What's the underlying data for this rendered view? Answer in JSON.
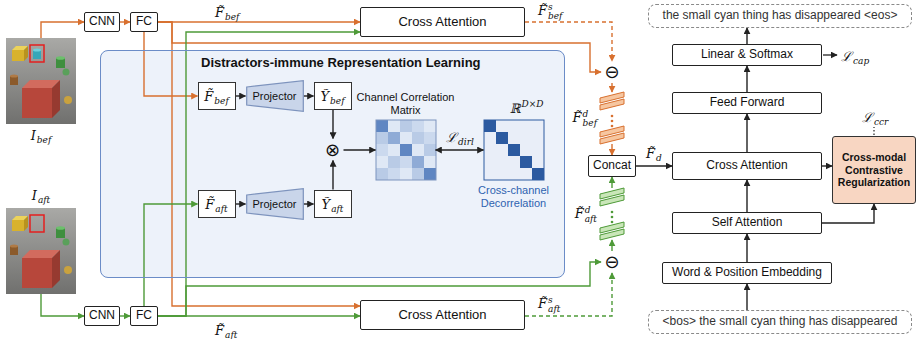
{
  "diagram": {
    "nodes": [
      {
        "text": [
          "I",
          "bef"
        ]
      },
      {
        "text": [
          "CNN"
        ]
      },
      {
        "text": [
          "FC"
        ]
      },
      {
        "text": [
          "Cross Attention"
        ]
      },
      {
        "text": [
          "Distractors-immune Representation Learning"
        ]
      },
      {
        "text": [
          "F̃",
          "bef"
        ],
        "in": 4
      },
      {
        "text": [
          "Projector"
        ],
        "in": 4
      },
      {
        "text": [
          "Ỹ",
          "bef"
        ],
        "in": 4
      },
      {
        "text": [
          "⊗"
        ],
        "in": 4
      },
      {
        "text": [
          "Channel Correlation Matrix"
        ],
        "in": 4
      },
      {
        "text": [
          "ℝ",
          "D×D",
          "Cross-channel Decorrelation"
        ],
        "in": 4
      },
      {
        "text": [
          "F̃",
          "aft"
        ],
        "in": 4
      },
      {
        "text": [
          "Projector"
        ],
        "in": 4
      },
      {
        "text": [
          "Ỹ",
          "aft"
        ],
        "in": 4
      },
      {
        "text": [
          "I",
          "aft"
        ]
      },
      {
        "text": [
          "CNN"
        ]
      },
      {
        "text": [
          "FC"
        ]
      },
      {
        "text": [
          "Cross Attention"
        ]
      },
      {
        "text": [
          "⊖"
        ]
      },
      {
        "text": [
          "F̃",
          "d",
          "bef"
        ]
      },
      {
        "text": [
          "Concat"
        ]
      },
      {
        "text": [
          "F̃",
          "d",
          "aft"
        ]
      },
      {
        "text": [
          "⊖"
        ]
      },
      {
        "text": [
          "the small cyan thing has disappeared <eos>"
        ]
      },
      {
        "text": [
          "Linear & Softmax"
        ]
      },
      {
        "text": [
          "Feed Forward"
        ]
      },
      {
        "text": [
          "Cross Attention"
        ]
      },
      {
        "text": [
          "Self Attention"
        ]
      },
      {
        "text": [
          "Word & Position Embedding"
        ]
      },
      {
        "text": [
          "<bos> the small cyan thing has disappeared"
        ]
      },
      {
        "text": [
          "Cross-modal Contrastive Regularization"
        ]
      }
    ],
    "edges": [
      {
        "from": 0,
        "to": 1,
        "arrow": "to"
      },
      {
        "from": 1,
        "to": 2,
        "arrow": "to"
      },
      {
        "from": 2,
        "to": 3,
        "arrow": "to"
      },
      {
        "from": 2,
        "to": 5,
        "arrow": "to"
      },
      {
        "from": 2,
        "to": 17,
        "arrow": "to"
      },
      {
        "from": 2,
        "to": 18,
        "arrow": "to"
      },
      {
        "from": 5,
        "to": 6,
        "arrow": "to"
      },
      {
        "from": 6,
        "to": 7,
        "arrow": "to"
      },
      {
        "from": 7,
        "to": 8,
        "arrow": "to"
      },
      {
        "from": 13,
        "to": 8,
        "arrow": "to"
      },
      {
        "from": 8,
        "to": 9,
        "arrow": "to"
      },
      {
        "from": 9,
        "to": 10,
        "arrow": "both"
      },
      {
        "from": 11,
        "to": 12,
        "arrow": "to"
      },
      {
        "from": 12,
        "to": 13,
        "arrow": "to"
      },
      {
        "from": 14,
        "to": 15,
        "arrow": "to"
      },
      {
        "from": 15,
        "to": 16,
        "arrow": "to"
      },
      {
        "from": 16,
        "to": 17,
        "arrow": "to"
      },
      {
        "from": 16,
        "to": 11,
        "arrow": "to"
      },
      {
        "from": 16,
        "to": 3,
        "arrow": "to"
      },
      {
        "from": 16,
        "to": 22,
        "arrow": "to"
      },
      {
        "from": 3,
        "to": 18,
        "arrow": "to"
      },
      {
        "from": 17,
        "to": 22,
        "arrow": "to"
      },
      {
        "from": 18,
        "to": 19,
        "arrow": "to"
      },
      {
        "from": 22,
        "to": 21,
        "arrow": "to"
      },
      {
        "from": 19,
        "to": 20,
        "arrow": "to"
      },
      {
        "from": 21,
        "to": 20,
        "arrow": "to"
      },
      {
        "from": 20,
        "to": 26,
        "arrow": "to"
      },
      {
        "from": 29,
        "to": 28,
        "arrow": "to"
      },
      {
        "from": 28,
        "to": 27,
        "arrow": "to"
      },
      {
        "from": 27,
        "to": 26,
        "arrow": "to"
      },
      {
        "from": 26,
        "to": 25,
        "arrow": "to"
      },
      {
        "from": 25,
        "to": 24,
        "arrow": "to"
      },
      {
        "from": 24,
        "to": 23,
        "arrow": "to"
      },
      {
        "from": 27,
        "to": 30,
        "arrow": "to"
      },
      {
        "from": 26,
        "to": 30,
        "arrow": "to"
      }
    ],
    "labels": [
      "F̃",
      "bef",
      "F̃",
      "s",
      "bef",
      "F̃",
      "aft",
      "F̃",
      "s",
      "aft",
      "ℒ",
      "dirl",
      "F̃",
      "d",
      "ℒ",
      "cap",
      "ℒ",
      "ccr"
    ]
  }
}
